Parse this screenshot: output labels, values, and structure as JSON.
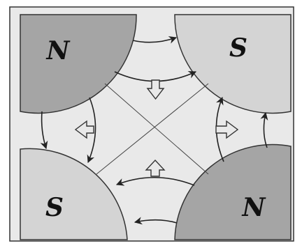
{
  "diagram": {
    "poles": [
      {
        "id": "top-left",
        "label": "N",
        "color": "#a5a5a5"
      },
      {
        "id": "top-right",
        "label": "S",
        "color": "#d4d4d4"
      },
      {
        "id": "bottom-left",
        "label": "S",
        "color": "#d4d4d4"
      },
      {
        "id": "bottom-right",
        "label": "N",
        "color": "#a5a5a5"
      }
    ],
    "colors": {
      "background": "#e9e9e9",
      "frame": "#333333",
      "flux_line": "#222222",
      "force_arrow_fill": "#e9e9e9"
    }
  }
}
